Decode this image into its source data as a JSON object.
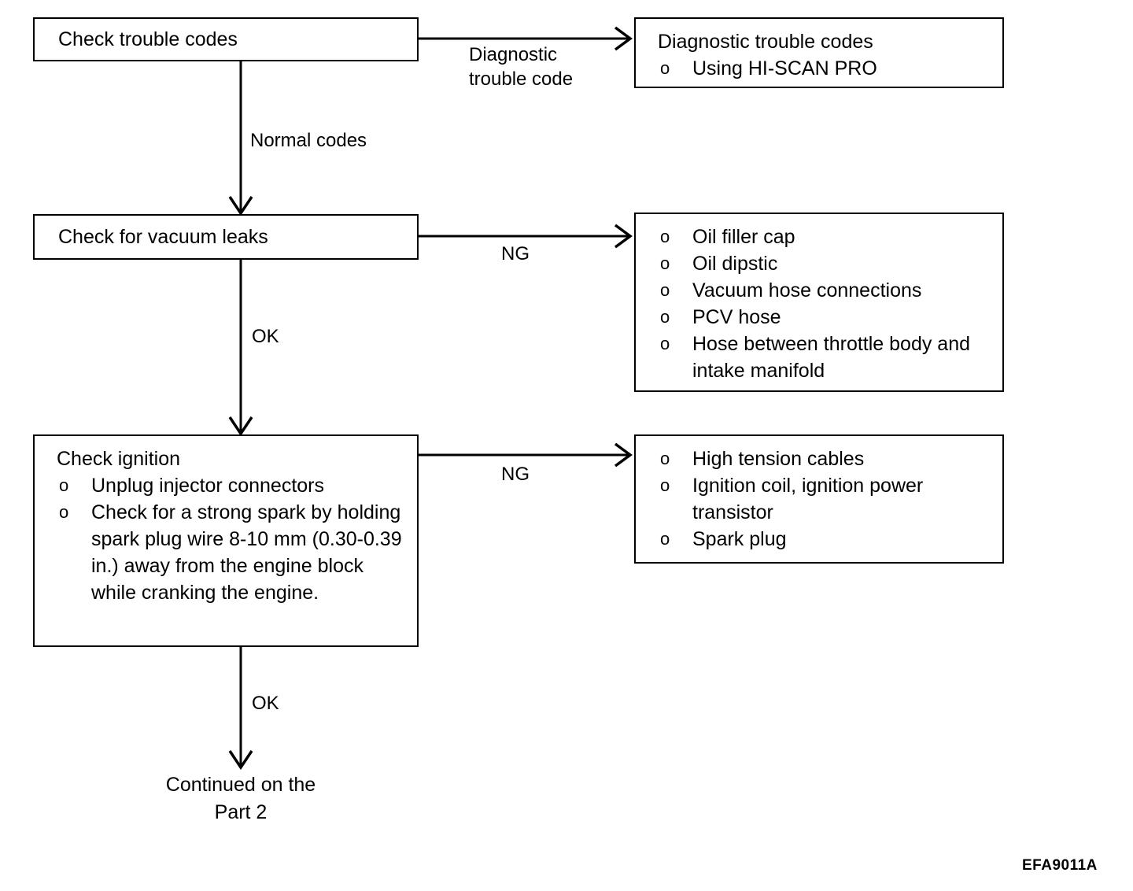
{
  "document": {
    "type": "troubleshooting-flowchart",
    "reference_code": "EFA9011A",
    "ink_color": "#000000",
    "background_color": "#ffffff"
  },
  "nodes": {
    "check_trouble_codes": {
      "title": "Check trouble codes"
    },
    "diagnostic_trouble_codes": {
      "heading": "Diagnostic trouble codes",
      "items": [
        "Using HI-SCAN PRO"
      ],
      "bullet_marker": "o"
    },
    "check_vacuum_leaks": {
      "title": "Check for vacuum leaks"
    },
    "vacuum_leak_causes": {
      "items": [
        "Oil filler cap",
        "Oil dipstic",
        "Vacuum hose connections",
        "PCV hose",
        "Hose between throttle body and intake manifold"
      ],
      "bullet_marker": "o"
    },
    "check_ignition": {
      "heading": "Check ignition",
      "items": [
        "Unplug injector connectors",
        "Check for a strong spark by holding spark plug wire 8-10 mm (0.30-0.39 in.) away from the engine block while cranking the engine."
      ],
      "bullet_marker": "o"
    },
    "ignition_causes": {
      "items": [
        "High tension cables",
        "Ignition coil, ignition power transistor",
        "Spark plug"
      ],
      "bullet_marker": "o"
    },
    "continued": {
      "text": "Continued on the\nPart 2"
    }
  },
  "edges": {
    "trouble_codes_to_diagnostic": {
      "label": "Diagnostic\ntrouble code"
    },
    "trouble_codes_to_vacuum": {
      "label": "Normal codes"
    },
    "vacuum_to_causes": {
      "label": "NG"
    },
    "vacuum_to_ignition": {
      "label": "OK"
    },
    "ignition_to_causes": {
      "label": "NG"
    },
    "ignition_to_continued": {
      "label": "OK"
    }
  }
}
